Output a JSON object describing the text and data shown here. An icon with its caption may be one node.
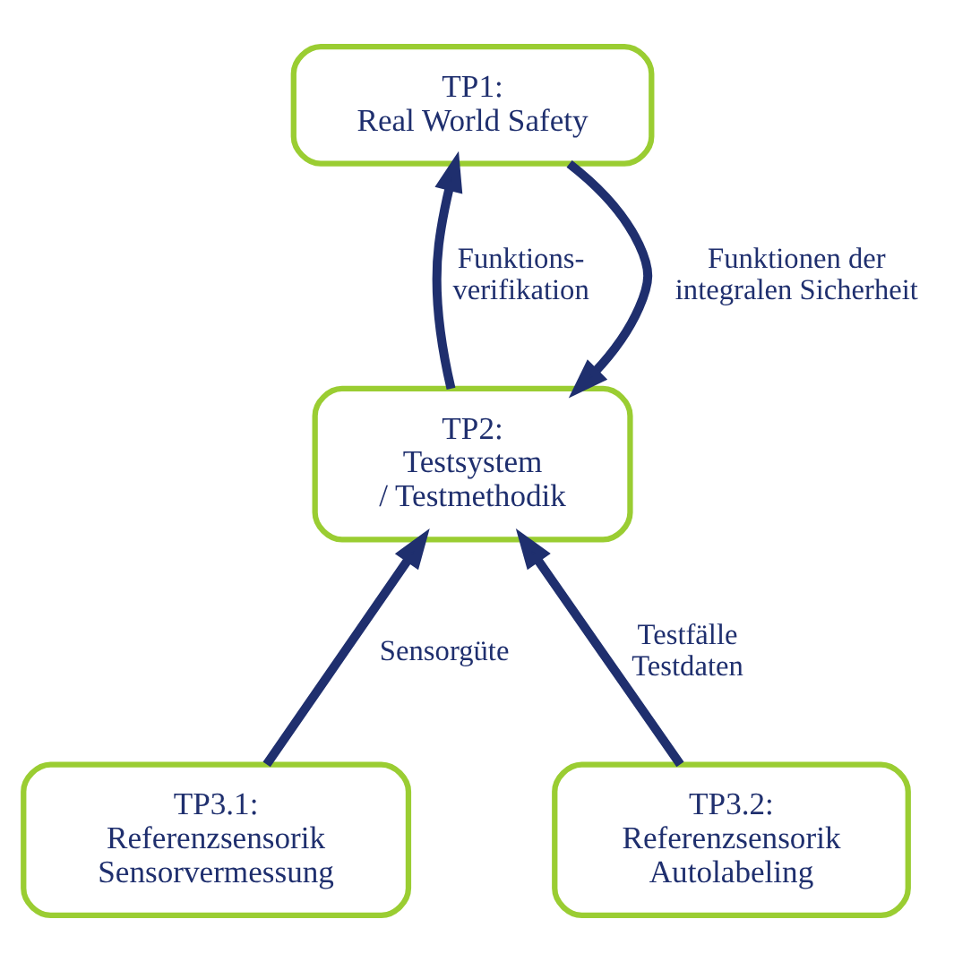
{
  "diagram": {
    "nodes": [
      {
        "text": [
          "TP1: Real World Safety"
        ]
      },
      {
        "text": [
          "TP2: Testsystem / Testmethodik"
        ]
      },
      {
        "text": [
          "TP3.1: Referenzsensorik Sensorvermessung"
        ]
      },
      {
        "text": [
          "TP3.2: Referenzsensorik Autolabeling"
        ]
      }
    ],
    "edges": [
      {
        "from": 0,
        "to": 1,
        "arrow": "to",
        "label": "Funktionen der integralen Sicherheit"
      },
      {
        "from": 1,
        "to": 0,
        "arrow": "to",
        "label": "Funktions- verifikation"
      },
      {
        "from": 2,
        "to": 1,
        "arrow": "to",
        "label": "Sensorgüte"
      },
      {
        "from": 3,
        "to": 1,
        "arrow": "to",
        "label": "Testfälle Testdaten"
      }
    ]
  }
}
